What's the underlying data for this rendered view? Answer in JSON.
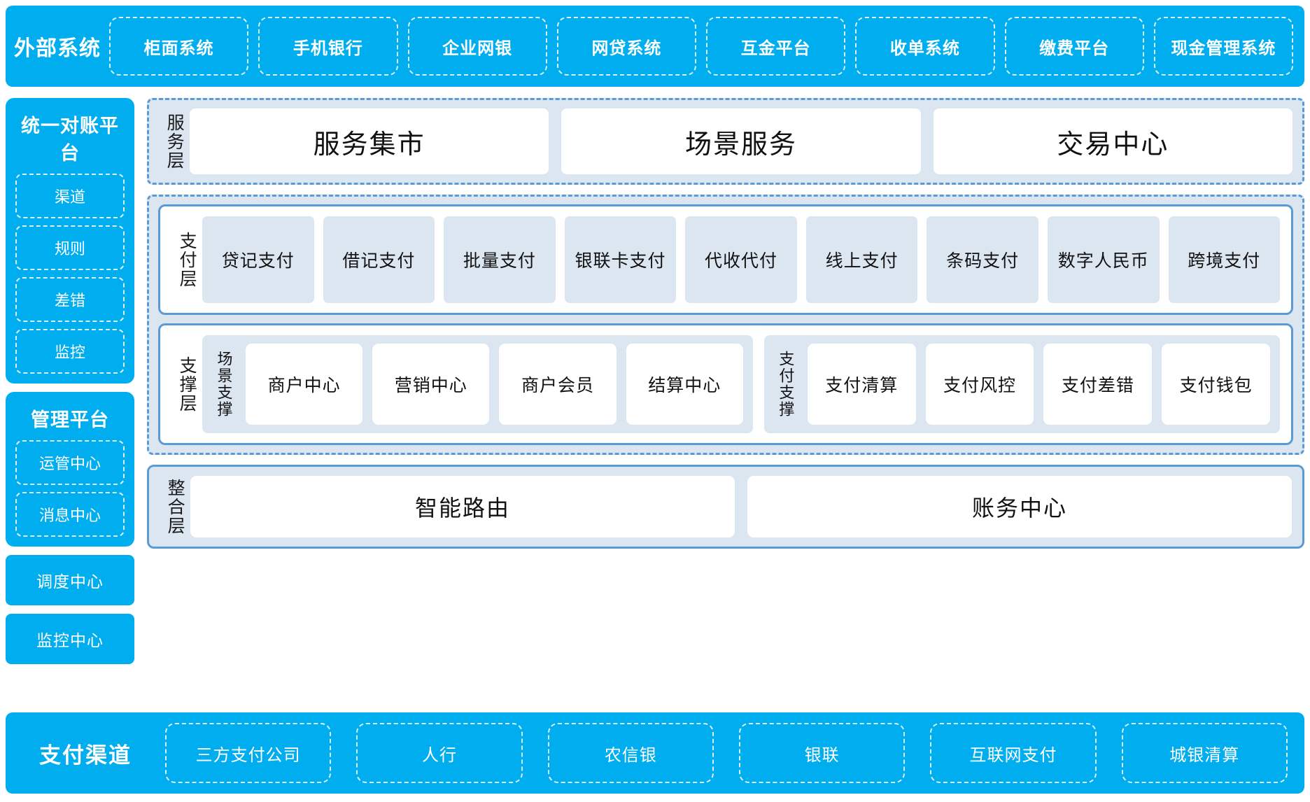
{
  "colors": {
    "brand_cyan": "#00AEEF",
    "accent_blue": "#5B9BD5",
    "panel_fill": "#DCE6F1",
    "card_white": "#FFFFFF"
  },
  "external_systems": {
    "title": "外部系统",
    "items": [
      "柜面系统",
      "手机银行",
      "企业网银",
      "网贷系统",
      "互金平台",
      "收单系统",
      "缴费平台",
      "现金管理系统"
    ]
  },
  "sidebar": {
    "panels": [
      {
        "title": "统一对账平台",
        "items": [
          "渠道",
          "规则",
          "差错",
          "监控"
        ]
      },
      {
        "title": "管理平台",
        "items": [
          "运管中心",
          "消息中心"
        ]
      }
    ],
    "blocks": [
      "调度中心",
      "监控中心"
    ]
  },
  "layers": {
    "service": {
      "label": "服务层",
      "cards": [
        "服务集市",
        "场景服务",
        "交易中心"
      ]
    },
    "payment": {
      "label": "支付层",
      "cards": [
        "贷记支付",
        "借记支付",
        "批量支付",
        "银联卡支付",
        "代收代付",
        "线上支付",
        "条码支付",
        "数字人民币",
        "跨境支付"
      ]
    },
    "support": {
      "label": "支撑层",
      "groups": [
        {
          "label": "场景支撑",
          "cards": [
            "商户中心",
            "营销中心",
            "商户会员",
            "结算中心"
          ]
        },
        {
          "label": "支付支撑",
          "cards": [
            "支付清算",
            "支付风控",
            "支付差错",
            "支付钱包"
          ]
        }
      ]
    },
    "integration": {
      "label": "整合层",
      "cards": [
        "智能路由",
        "账务中心"
      ]
    }
  },
  "payment_channels": {
    "title": "支付渠道",
    "items": [
      "三方支付公司",
      "人行",
      "农信银",
      "银联",
      "互联网支付",
      "城银清算"
    ]
  }
}
